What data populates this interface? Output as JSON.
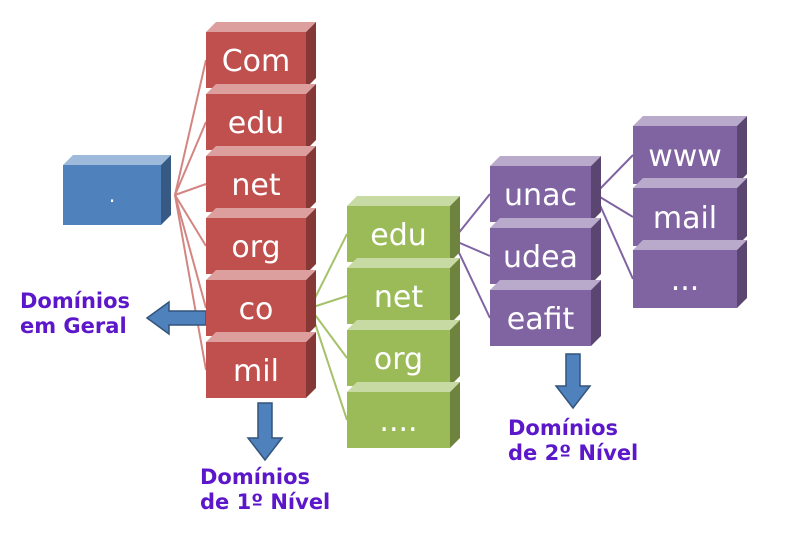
{
  "root": {
    "label": "."
  },
  "top_level": [
    "Com",
    "edu",
    "net",
    "org",
    "co",
    "mil"
  ],
  "second_level": [
    "edu",
    "net",
    "org",
    "...."
  ],
  "third_level": [
    "unac",
    "udea",
    "eafit"
  ],
  "fourth_level": [
    "www",
    "mail",
    "..."
  ],
  "captions": {
    "general": [
      "Domínios",
      "em Geral"
    ],
    "first": [
      "Domínios",
      "de 1º Nível"
    ],
    "second": [
      "Domínios",
      "de 2º Nível"
    ]
  },
  "colors": {
    "root": "#4f81bd",
    "top_level": "#c0504d",
    "second_level": "#9bbb59",
    "third_level": "#8064a2",
    "fourth_level": "#8064a2",
    "arrow": "#4f81bd",
    "caption": "#5b17c9"
  }
}
